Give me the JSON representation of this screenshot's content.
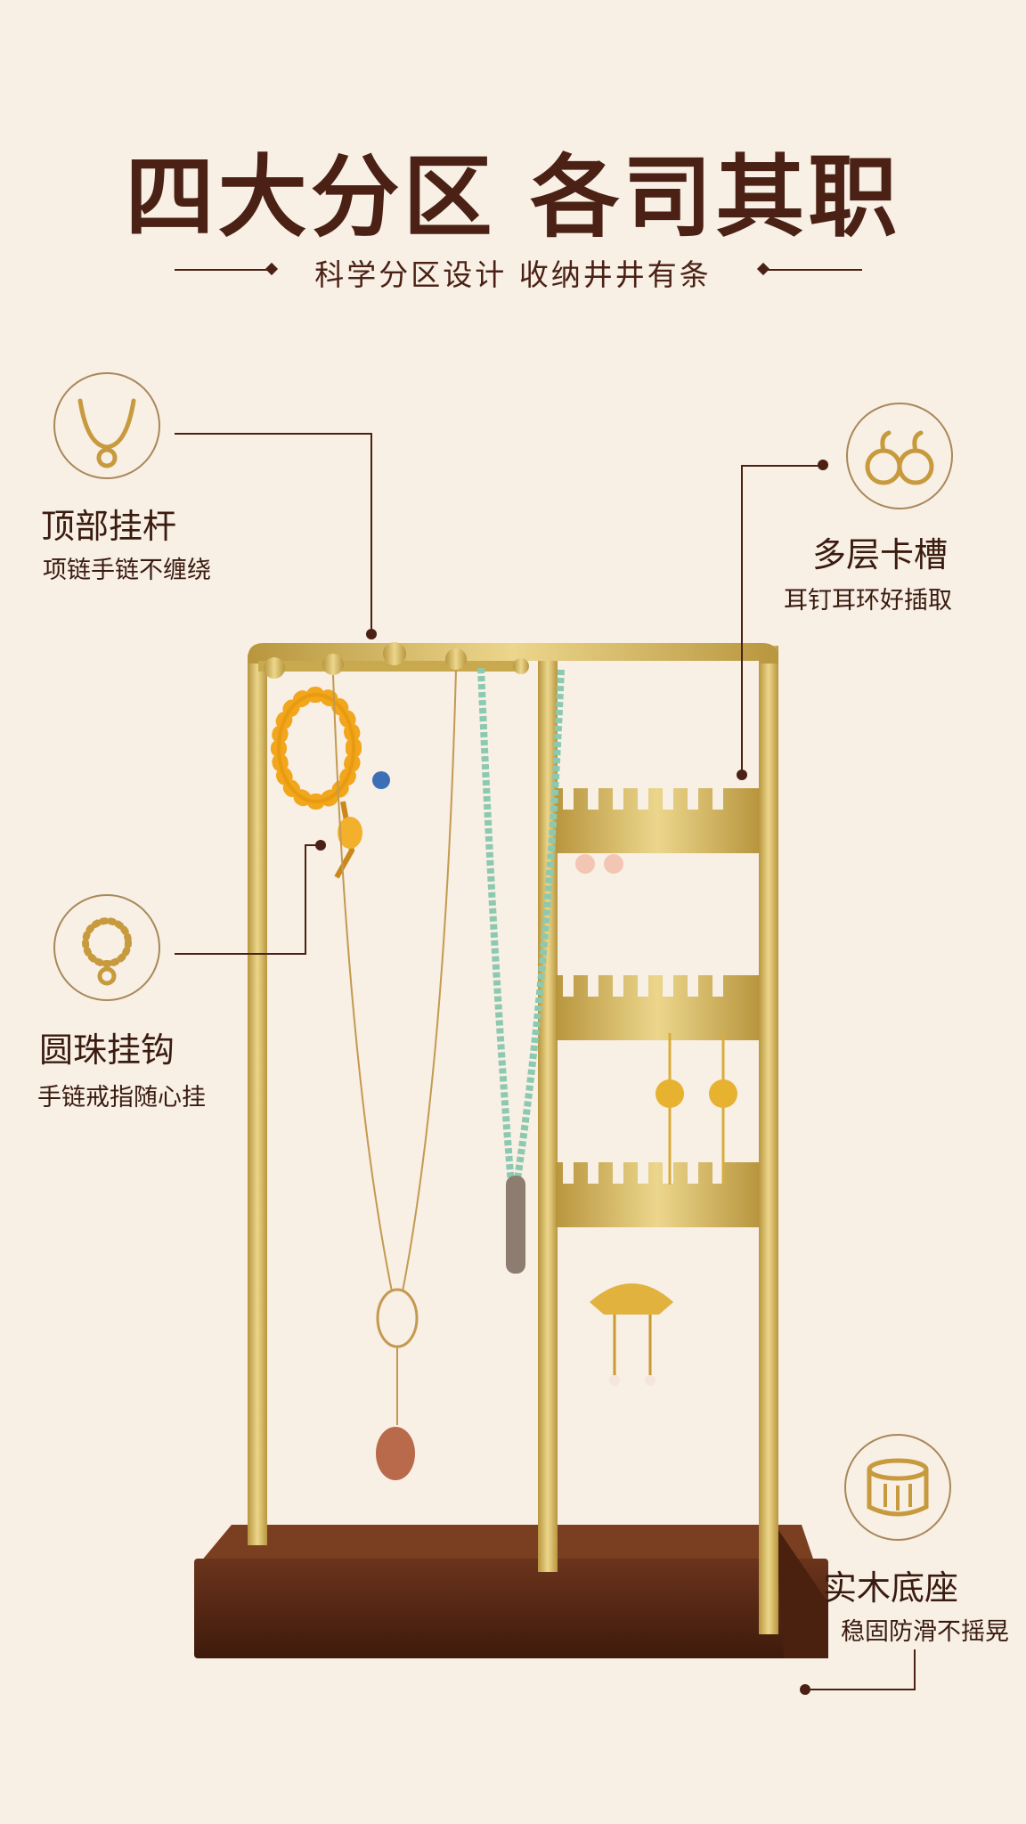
{
  "header": {
    "title": "四大分区 各司其职",
    "subtitle": "科学分区设计   收纳井井有条"
  },
  "features": [
    {
      "title": "顶部挂杆",
      "subtitle": "项链手链不缠绕",
      "icon": "necklace-icon"
    },
    {
      "title": "多层卡槽",
      "subtitle": "耳钉耳环好插取",
      "icon": "earrings-icon"
    },
    {
      "title": "圆珠挂钩",
      "subtitle": "手链戒指随心挂",
      "icon": "bracelet-icon"
    },
    {
      "title": "实木底座",
      "subtitle": "稳固防滑不摇晃",
      "icon": "wood-block-icon"
    }
  ],
  "colors": {
    "background": "#f8efe5",
    "text": "#4a2114",
    "gold": "#d4b45a",
    "wood": "#5a2a16",
    "icon_gold": "#c79a3e"
  }
}
